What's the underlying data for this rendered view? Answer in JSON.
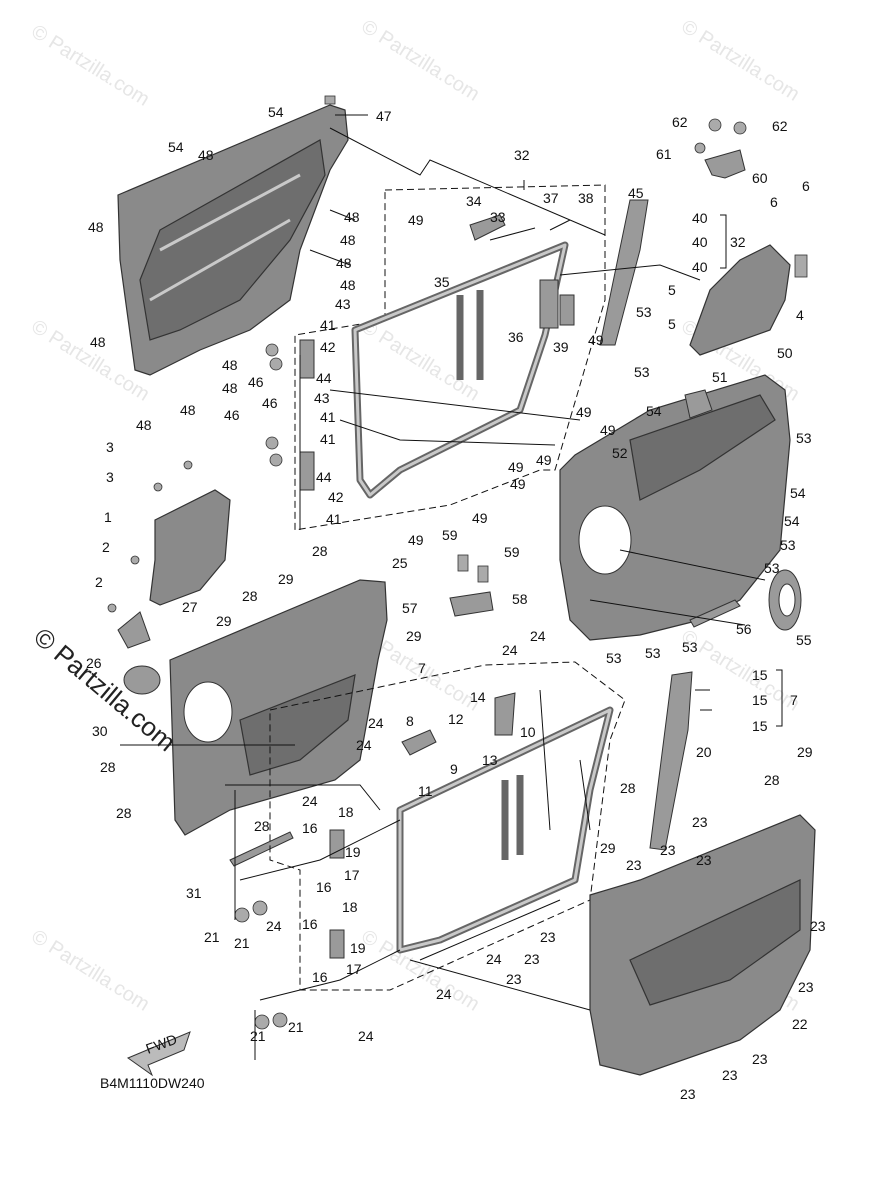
{
  "watermark": "© Partzilla.com",
  "diagram_code": "B4M1110DW240",
  "fwd_label": "FWD",
  "callouts": [
    {
      "id": "c54a",
      "text": "54"
    },
    {
      "id": "c47",
      "text": "47"
    },
    {
      "id": "c54b",
      "text": "54"
    },
    {
      "id": "c48a",
      "text": "48"
    },
    {
      "id": "c48b",
      "text": "48"
    },
    {
      "id": "c48c",
      "text": "48"
    },
    {
      "id": "c48d",
      "text": "48"
    },
    {
      "id": "c48e",
      "text": "48"
    },
    {
      "id": "c48f",
      "text": "48"
    },
    {
      "id": "c48g",
      "text": "48"
    },
    {
      "id": "c48h",
      "text": "48"
    },
    {
      "id": "c48i",
      "text": "48"
    },
    {
      "id": "c48j",
      "text": "48"
    },
    {
      "id": "c48k",
      "text": "48"
    },
    {
      "id": "c48l",
      "text": "48"
    },
    {
      "id": "c48m",
      "text": "48"
    },
    {
      "id": "c32a",
      "text": "32"
    },
    {
      "id": "c34",
      "text": "34"
    },
    {
      "id": "c33",
      "text": "33"
    },
    {
      "id": "c37",
      "text": "37"
    },
    {
      "id": "c38",
      "text": "38"
    },
    {
      "id": "c49a",
      "text": "49"
    },
    {
      "id": "c35",
      "text": "35"
    },
    {
      "id": "c45",
      "text": "45"
    },
    {
      "id": "c40a",
      "text": "40"
    },
    {
      "id": "c40b",
      "text": "40"
    },
    {
      "id": "c40c",
      "text": "40"
    },
    {
      "id": "c32b",
      "text": "32"
    },
    {
      "id": "c62a",
      "text": "62"
    },
    {
      "id": "c62b",
      "text": "62"
    },
    {
      "id": "c61",
      "text": "61"
    },
    {
      "id": "c60",
      "text": "60"
    },
    {
      "id": "c6a",
      "text": "6"
    },
    {
      "id": "c6b",
      "text": "6"
    },
    {
      "id": "c5a",
      "text": "5"
    },
    {
      "id": "c5b",
      "text": "5"
    },
    {
      "id": "c4",
      "text": "4"
    },
    {
      "id": "c53a",
      "text": "53"
    },
    {
      "id": "c43a",
      "text": "43"
    },
    {
      "id": "c41a",
      "text": "41"
    },
    {
      "id": "c42a",
      "text": "42"
    },
    {
      "id": "c36",
      "text": "36"
    },
    {
      "id": "c39",
      "text": "39"
    },
    {
      "id": "c49b",
      "text": "49"
    },
    {
      "id": "c50",
      "text": "50"
    },
    {
      "id": "c46a",
      "text": "46"
    },
    {
      "id": "c44a",
      "text": "44"
    },
    {
      "id": "c46b",
      "text": "46"
    },
    {
      "id": "c43b",
      "text": "43"
    },
    {
      "id": "c41b",
      "text": "41"
    },
    {
      "id": "c53b",
      "text": "53"
    },
    {
      "id": "c49c",
      "text": "49"
    },
    {
      "id": "c51",
      "text": "51"
    },
    {
      "id": "c53c",
      "text": "53"
    },
    {
      "id": "c41c",
      "text": "41"
    },
    {
      "id": "c49d",
      "text": "49"
    },
    {
      "id": "c54c",
      "text": "54"
    },
    {
      "id": "c46c",
      "text": "46"
    },
    {
      "id": "c44b",
      "text": "44"
    },
    {
      "id": "c49e",
      "text": "49"
    },
    {
      "id": "c49f",
      "text": "49"
    },
    {
      "id": "c52",
      "text": "52"
    },
    {
      "id": "c42b",
      "text": "42"
    },
    {
      "id": "c49g",
      "text": "49"
    },
    {
      "id": "c54d",
      "text": "54"
    },
    {
      "id": "c41d",
      "text": "41"
    },
    {
      "id": "c49h",
      "text": "49"
    },
    {
      "id": "c54e",
      "text": "54"
    },
    {
      "id": "c49i",
      "text": "49"
    },
    {
      "id": "c53d",
      "text": "53"
    },
    {
      "id": "c53e",
      "text": "53"
    },
    {
      "id": "c3a",
      "text": "3"
    },
    {
      "id": "c3b",
      "text": "3"
    },
    {
      "id": "c1",
      "text": "1"
    },
    {
      "id": "c2a",
      "text": "2"
    },
    {
      "id": "c28a",
      "text": "28"
    },
    {
      "id": "c25",
      "text": "25"
    },
    {
      "id": "c59a",
      "text": "59"
    },
    {
      "id": "c59b",
      "text": "59"
    },
    {
      "id": "c2b",
      "text": "2"
    },
    {
      "id": "c29a",
      "text": "29"
    },
    {
      "id": "c57",
      "text": "57"
    },
    {
      "id": "c58",
      "text": "58"
    },
    {
      "id": "c56",
      "text": "56"
    },
    {
      "id": "c55",
      "text": "55"
    },
    {
      "id": "c27",
      "text": "27"
    },
    {
      "id": "c28b",
      "text": "28"
    },
    {
      "id": "c29b",
      "text": "29"
    },
    {
      "id": "c53f",
      "text": "53"
    },
    {
      "id": "c53g",
      "text": "53"
    },
    {
      "id": "c53h",
      "text": "53"
    },
    {
      "id": "c26",
      "text": "26"
    },
    {
      "id": "c29c",
      "text": "29"
    },
    {
      "id": "c24a",
      "text": "24"
    },
    {
      "id": "c24b",
      "text": "24"
    },
    {
      "id": "c7a",
      "text": "7"
    },
    {
      "id": "c15a",
      "text": "15"
    },
    {
      "id": "c15b",
      "text": "15"
    },
    {
      "id": "c7b",
      "text": "7"
    },
    {
      "id": "c15c",
      "text": "15"
    },
    {
      "id": "c14",
      "text": "14"
    },
    {
      "id": "c30",
      "text": "30"
    },
    {
      "id": "c8",
      "text": "8"
    },
    {
      "id": "c12",
      "text": "12"
    },
    {
      "id": "c24c",
      "text": "24"
    },
    {
      "id": "c10",
      "text": "10"
    },
    {
      "id": "c13",
      "text": "13"
    },
    {
      "id": "c24d",
      "text": "24"
    },
    {
      "id": "c9",
      "text": "9"
    },
    {
      "id": "c20",
      "text": "20"
    },
    {
      "id": "c28c",
      "text": "28"
    },
    {
      "id": "c11",
      "text": "11"
    },
    {
      "id": "c28d",
      "text": "28"
    },
    {
      "id": "c28e",
      "text": "28"
    },
    {
      "id": "c29d",
      "text": "29"
    },
    {
      "id": "c24e",
      "text": "24"
    },
    {
      "id": "c18a",
      "text": "18"
    },
    {
      "id": "c28f",
      "text": "28"
    },
    {
      "id": "c16a",
      "text": "16"
    },
    {
      "id": "c23a",
      "text": "23"
    },
    {
      "id": "c19a",
      "text": "19"
    },
    {
      "id": "c23b",
      "text": "23"
    },
    {
      "id": "c29e",
      "text": "29"
    },
    {
      "id": "c28g",
      "text": "28"
    },
    {
      "id": "c17a",
      "text": "17"
    },
    {
      "id": "c23c",
      "text": "23"
    },
    {
      "id": "c16b",
      "text": "16"
    },
    {
      "id": "c31",
      "text": "31"
    },
    {
      "id": "c23d",
      "text": "23"
    },
    {
      "id": "c18b",
      "text": "18"
    },
    {
      "id": "c23e",
      "text": "23"
    },
    {
      "id": "c21a",
      "text": "21"
    },
    {
      "id": "c21b",
      "text": "21"
    },
    {
      "id": "c24f",
      "text": "24"
    },
    {
      "id": "c16c",
      "text": "16"
    },
    {
      "id": "c23f",
      "text": "23"
    },
    {
      "id": "c19b",
      "text": "19"
    },
    {
      "id": "c17b",
      "text": "17"
    },
    {
      "id": "c24g",
      "text": "24"
    },
    {
      "id": "c23g",
      "text": "23"
    },
    {
      "id": "c16d",
      "text": "16"
    },
    {
      "id": "c23h",
      "text": "23"
    },
    {
      "id": "c24h",
      "text": "24"
    },
    {
      "id": "c23i",
      "text": "23"
    },
    {
      "id": "c21c",
      "text": "21"
    },
    {
      "id": "c21d",
      "text": "21"
    },
    {
      "id": "c22",
      "text": "22"
    },
    {
      "id": "c24i",
      "text": "24"
    },
    {
      "id": "c23j",
      "text": "23"
    },
    {
      "id": "c23k",
      "text": "23"
    },
    {
      "id": "c23l",
      "text": "23"
    }
  ]
}
